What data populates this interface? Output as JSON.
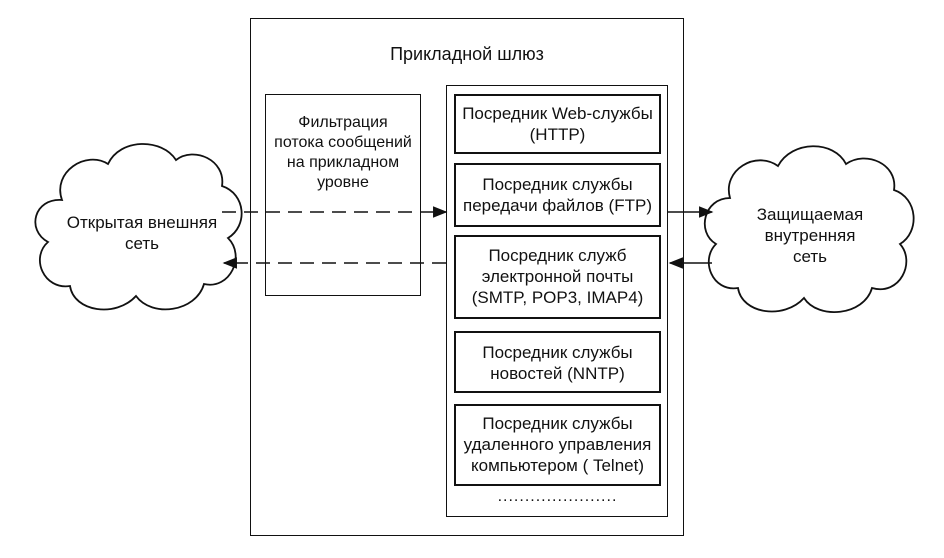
{
  "gateway": {
    "title": "Прикладной шлюз",
    "filter_label": "Фильтрация\nпотока сообщений\nна прикладном\nуровне",
    "dots": "......................",
    "proxies": [
      "Посредник Web-службы\n(HTTP)",
      "Посредник службы\nпередачи файлов (FTP)",
      "Посредник служб\nэлектронной почты\n(SMTP, POP3, IMAP4)",
      "Посредник службы\nновостей (NNTP)",
      "Посредник службы\nудаленного управления\nкомпьютером ( Telnet)"
    ]
  },
  "clouds": {
    "external": "Открытая внешняя\nсеть",
    "internal": "Защищаемая\nвнутренняя\nсеть"
  }
}
